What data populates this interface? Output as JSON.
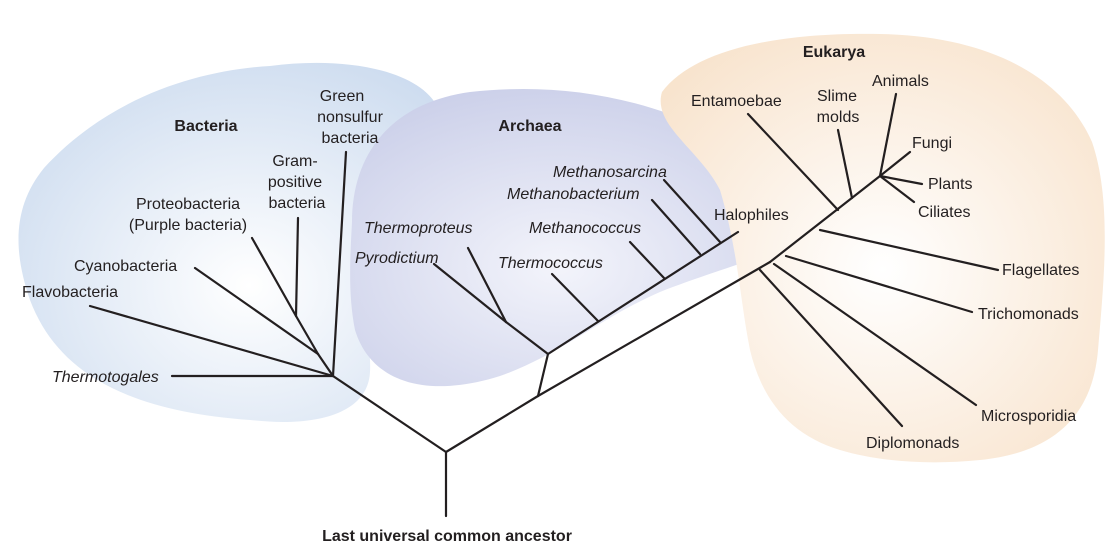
{
  "colors": {
    "bacteria_region": "#c9d9ee",
    "archaea_region": "#c4c9e6",
    "eukarya_region": "#f7dfc5",
    "line": "#231f20"
  },
  "domains": {
    "bacteria": "Bacteria",
    "archaea": "Archaea",
    "eukarya": "Eukarya"
  },
  "root": "Last universal common ancestor",
  "bacteria_taxa": {
    "green_l1": "Green",
    "green_l2": "nonsulfur",
    "green_l3": "bacteria",
    "gram_l1": "Gram-",
    "gram_l2": "positive",
    "gram_l3": "bacteria",
    "proteo_l1": "Proteobacteria",
    "proteo_l2": "(Purple bacteria)",
    "cyano": "Cyanobacteria",
    "flavo": "Flavobacteria",
    "thermotogales": "Thermotogales"
  },
  "archaea_taxa": {
    "methanosarcina": "Methanosarcina",
    "methanobacterium": "Methanobacterium",
    "halophiles": "Halophiles",
    "thermoproteus": "Thermoproteus",
    "methanococcus": "Methanococcus",
    "pyrodictium": "Pyrodictium",
    "thermococcus": "Thermococcus"
  },
  "eukarya_taxa": {
    "entamoebae": "Entamoebae",
    "slime_l1": "Slime",
    "slime_l2": "molds",
    "animals": "Animals",
    "fungi": "Fungi",
    "plants": "Plants",
    "ciliates": "Ciliates",
    "flagellates": "Flagellates",
    "trichomonads": "Trichomonads",
    "microsporidia": "Microsporidia",
    "diplomonads": "Diplomonads"
  }
}
